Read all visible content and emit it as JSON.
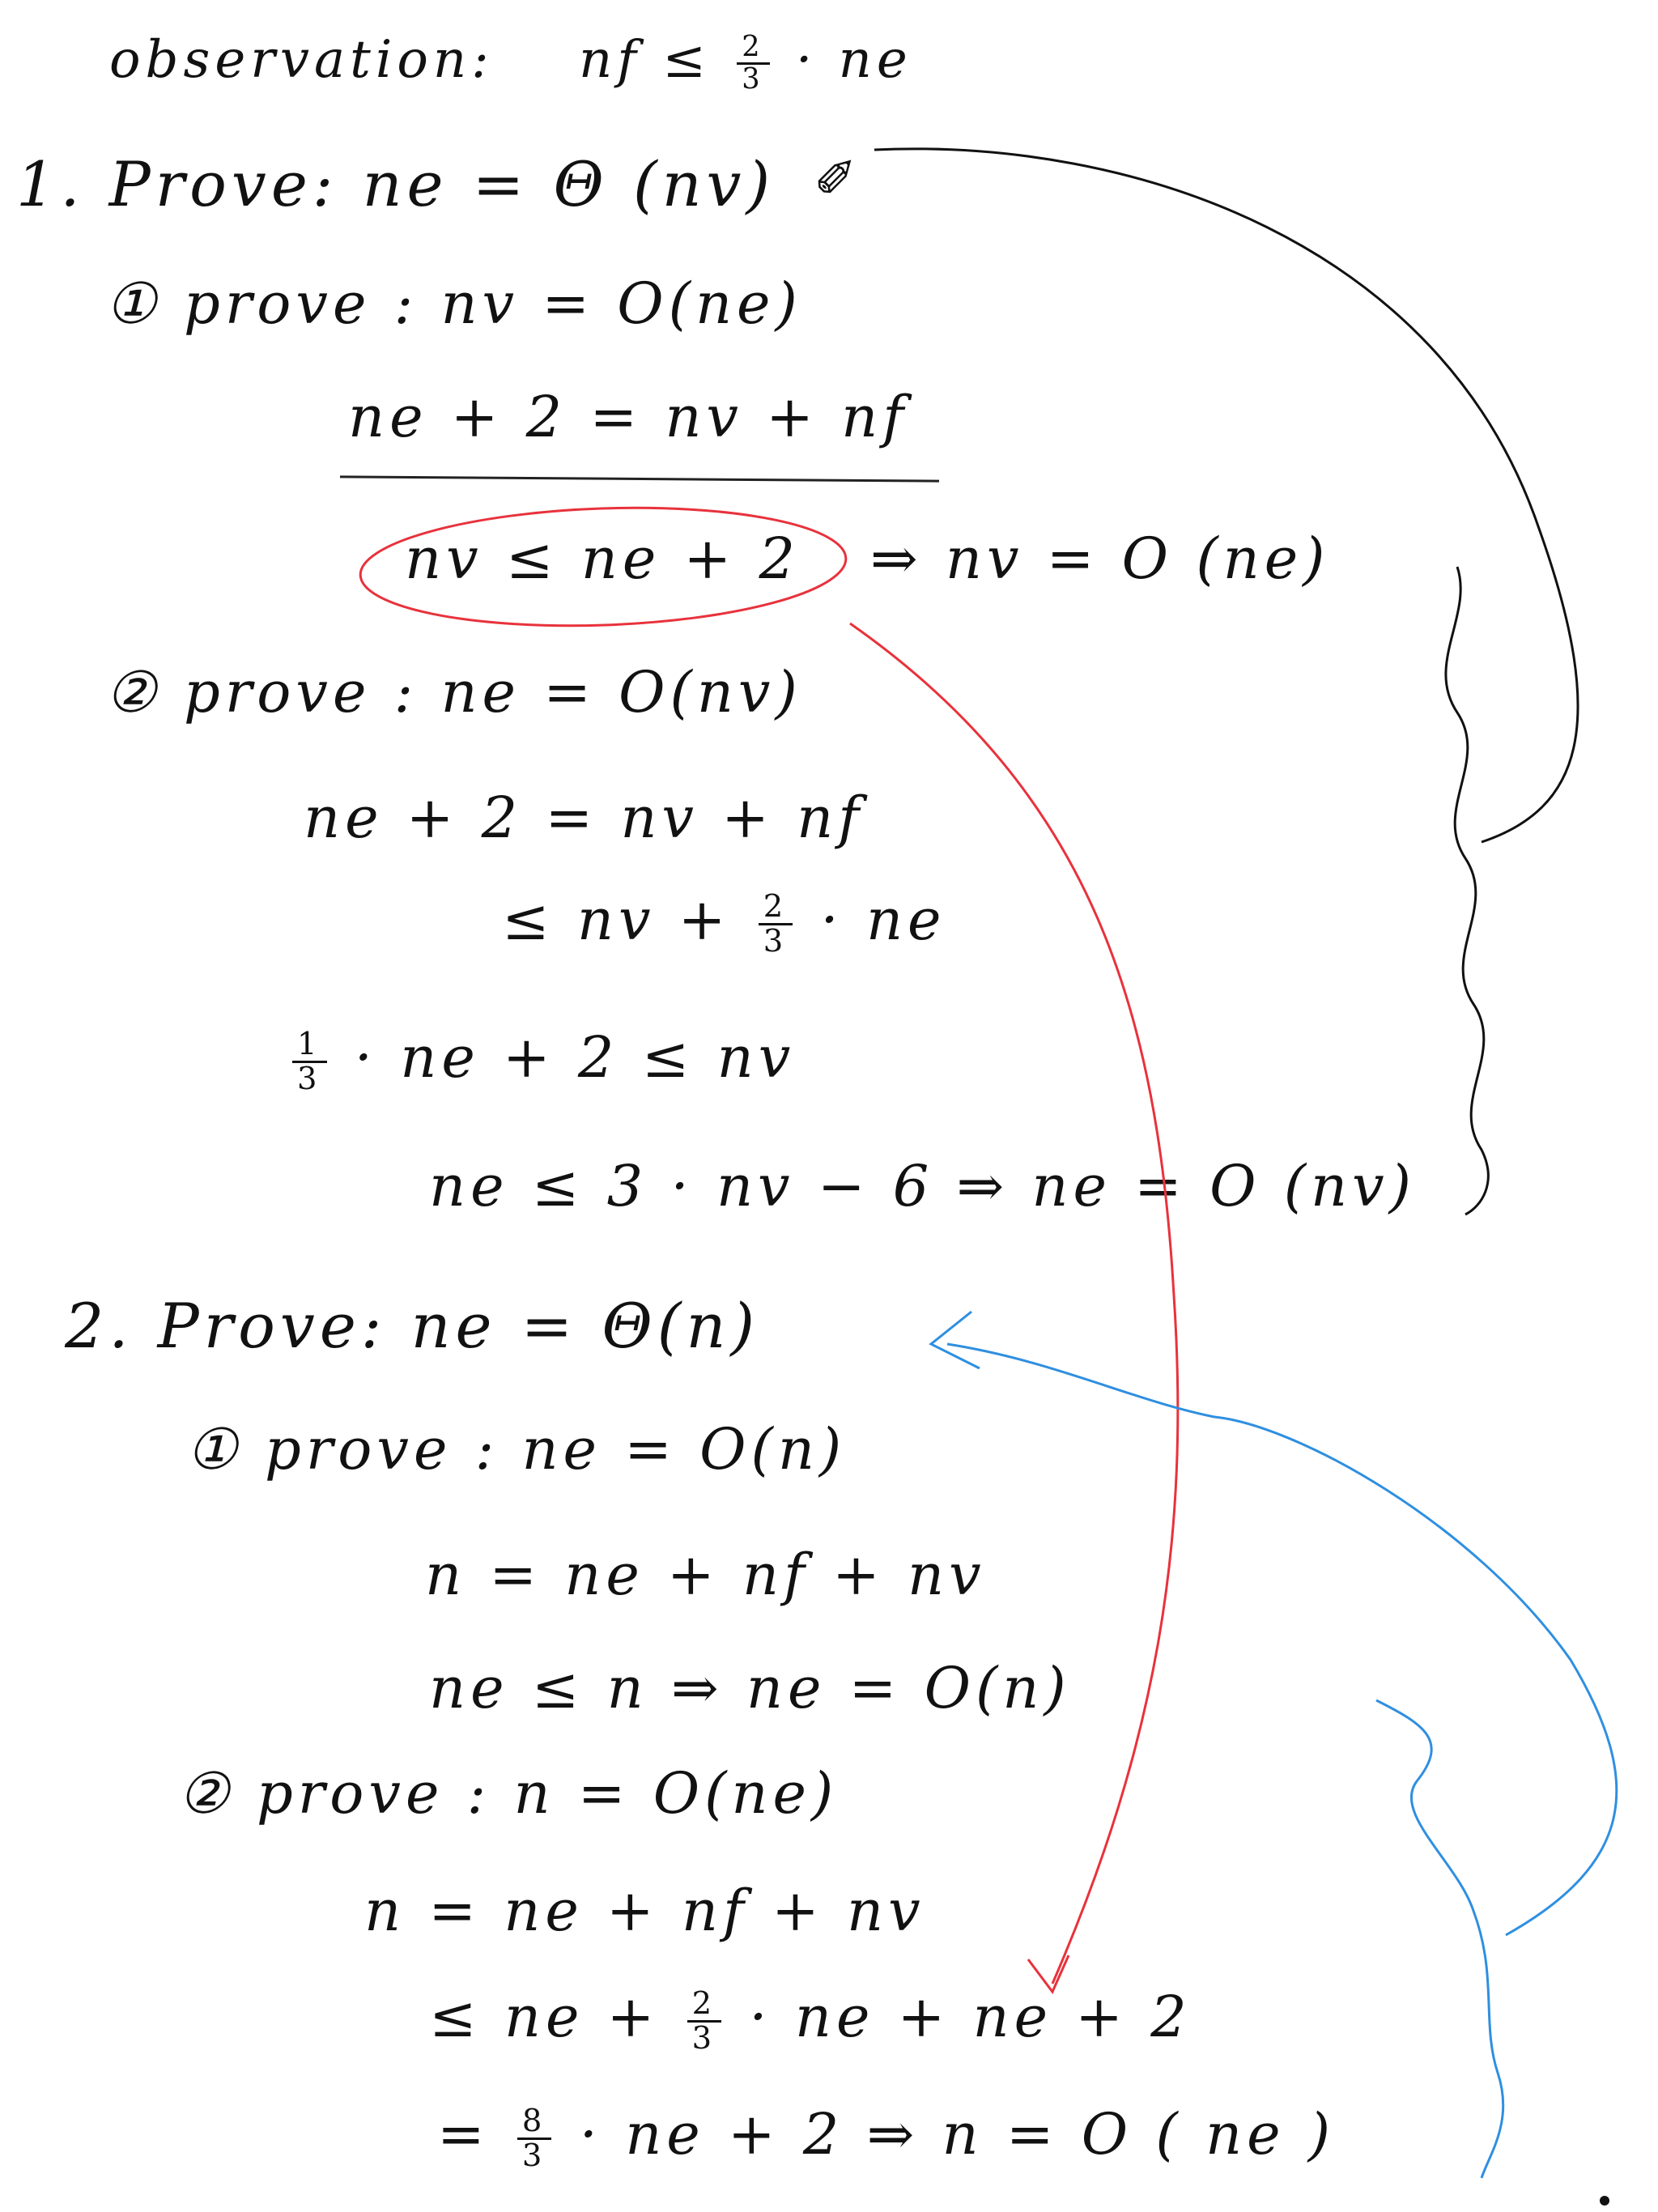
{
  "observation": {
    "label": "observation:",
    "lhs": "nf ≤",
    "frac_num": "2",
    "frac_den": "3",
    "rhs": "· ne"
  },
  "part1": {
    "heading": "1. Prove: ne = Θ (nv)",
    "step1": {
      "heading": "① prove : nv = O(ne)",
      "eq1": "ne + 2 = nv + nf",
      "eq2": "nv ≤ ne + 2",
      "conclusion": "⇒ nv = O (ne)"
    },
    "step2": {
      "heading": "② prove : ne = O(nv)",
      "eq1": "ne + 2 = nv + nf",
      "eq2_prefix": "≤ nv +",
      "eq2_frac_num": "2",
      "eq2_frac_den": "3",
      "eq2_suffix": "· ne",
      "eq3_frac_num": "1",
      "eq3_frac_den": "3",
      "eq3_suffix": "· ne + 2 ≤ nv",
      "eq4": "ne ≤ 3 · nv − 6 ⇒ ne = O (nv)"
    }
  },
  "part2": {
    "heading": "2. Prove: ne = Θ(n)",
    "step1": {
      "heading": "① prove : ne = O(n)",
      "eq1": "n = ne + nf + nv",
      "eq2": "ne ≤ n ⇒ ne = O(n)"
    },
    "step2": {
      "heading": "② prove : n = O(ne)",
      "eq1": "n = ne + nf + nv",
      "eq2_prefix": "≤ ne +",
      "eq2_frac_num": "2",
      "eq2_frac_den": "3",
      "eq2_suffix": "· ne + ne + 2",
      "eq3_prefix": "=",
      "eq3_frac_num": "8",
      "eq3_frac_den": "3",
      "eq3_suffix": "· ne + 2 ⇒ n = O ( ne )"
    }
  },
  "colors": {
    "ink": "#111111",
    "red_annotation": "#e8323c",
    "blue_annotation": "#2f8fe0"
  }
}
